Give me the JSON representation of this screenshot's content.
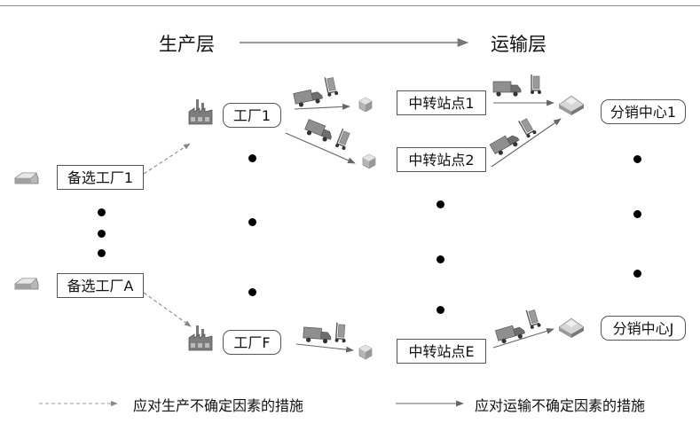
{
  "header": {
    "production_layer": "生产层",
    "transport_layer": "运输层"
  },
  "candidates": [
    {
      "label": "备选工厂1"
    },
    {
      "label": "备选工厂A"
    }
  ],
  "factories": [
    {
      "label": "工厂1"
    },
    {
      "label": "工厂F"
    }
  ],
  "transfer_stations": [
    {
      "label": "中转站点1"
    },
    {
      "label": "中转站点2"
    },
    {
      "label": "中转站点E"
    }
  ],
  "distribution_centers": [
    {
      "label": "分销中心1"
    },
    {
      "label": "分销中心J"
    }
  ],
  "legend": {
    "dashed_label": "应对生产不确定因素的措施",
    "solid_label": "应对运输不确定因素的措施"
  },
  "icons": {
    "warehouse": "warehouse-icon",
    "factory": "factory-icon",
    "package": "package-icon",
    "distribution_center": "distribution-center-icon",
    "truck": "truck-icon",
    "hand_truck": "hand-truck-icon"
  },
  "colors": {
    "arrow": "#666666",
    "box_border": "#555555",
    "icon_fill": "#9a9a9a"
  }
}
